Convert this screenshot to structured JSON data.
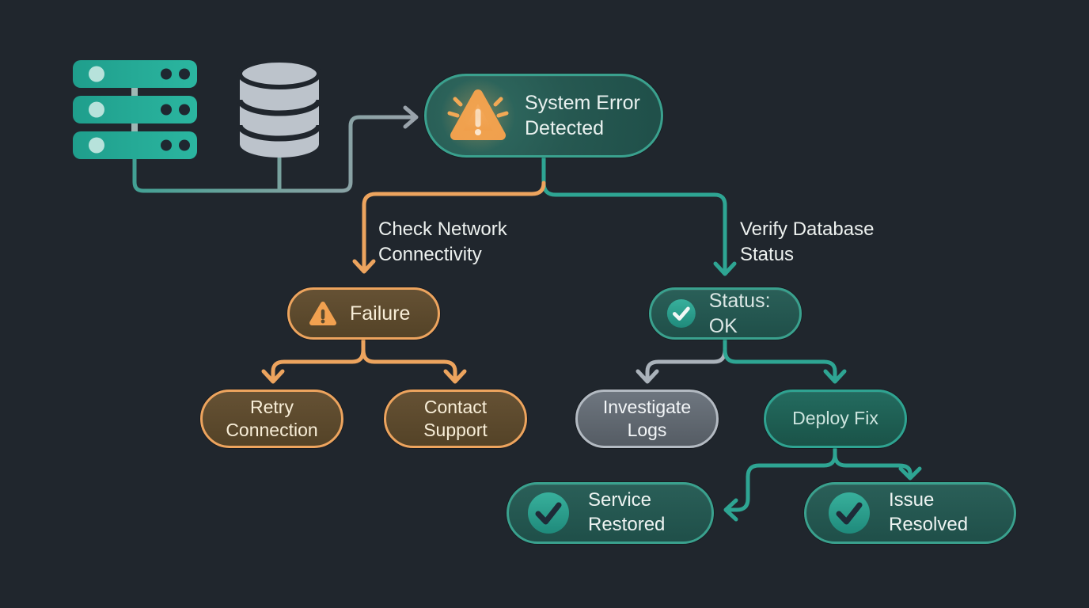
{
  "diagram": {
    "title": "system error troubleshooting flowchart",
    "colors": {
      "background": "#20262d",
      "teal_accent": "#2ea593",
      "teal_fill": "#235852",
      "orange_accent": "#eda45e",
      "orange_fill": "#5d4b2d",
      "gray_accent": "#aab2ba",
      "gray_fill": "#5f666f",
      "warning_orange": "#f2a150",
      "text_light": "#edf1ef",
      "text_cream": "#f8eed8"
    },
    "nodes": {
      "system_error": {
        "line1": "System Error",
        "line2": "Detected"
      },
      "failure": {
        "label": "Failure"
      },
      "status_ok": {
        "label": "Status: OK"
      },
      "retry_connection": {
        "line1": "Retry",
        "line2": "Connection"
      },
      "contact_support": {
        "line1": "Contact",
        "line2": "Support"
      },
      "investigate_logs": {
        "line1": "Investigate",
        "line2": "Logs"
      },
      "deploy_fix": {
        "label": "Deploy Fix"
      },
      "service_restored": {
        "line1": "Service",
        "line2": "Restored"
      },
      "issue_resolved": {
        "line1": "Issue",
        "line2": "Resolved"
      }
    },
    "edge_labels": {
      "check_network": {
        "line1": "Check Network",
        "line2": "Connectivity"
      },
      "verify_database": {
        "line1": "Verify Database",
        "line2": "Status"
      }
    }
  }
}
